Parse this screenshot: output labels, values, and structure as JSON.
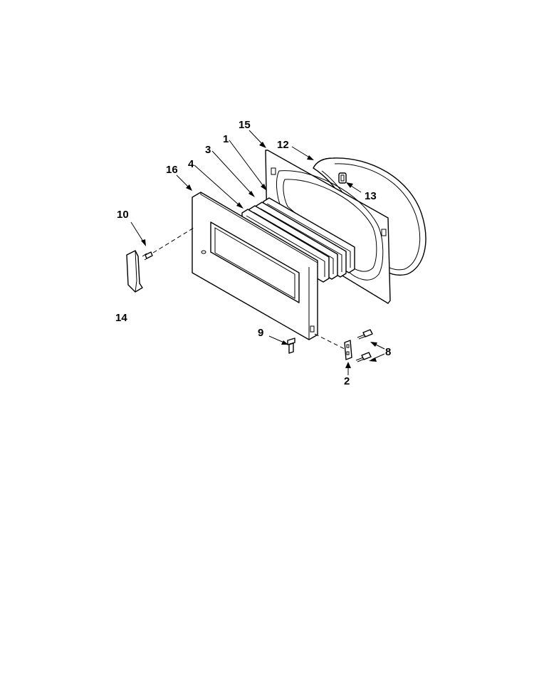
{
  "diagram": {
    "callouts": [
      {
        "id": "c15",
        "label": "15"
      },
      {
        "id": "c1",
        "label": "1"
      },
      {
        "id": "c12",
        "label": "12"
      },
      {
        "id": "c3",
        "label": "3"
      },
      {
        "id": "c4",
        "label": "4"
      },
      {
        "id": "c16",
        "label": "16"
      },
      {
        "id": "c13",
        "label": "13"
      },
      {
        "id": "c10",
        "label": "10"
      },
      {
        "id": "c14",
        "label": "14"
      },
      {
        "id": "c9",
        "label": "9"
      },
      {
        "id": "c8",
        "label": "8"
      },
      {
        "id": "c2",
        "label": "2"
      }
    ]
  }
}
